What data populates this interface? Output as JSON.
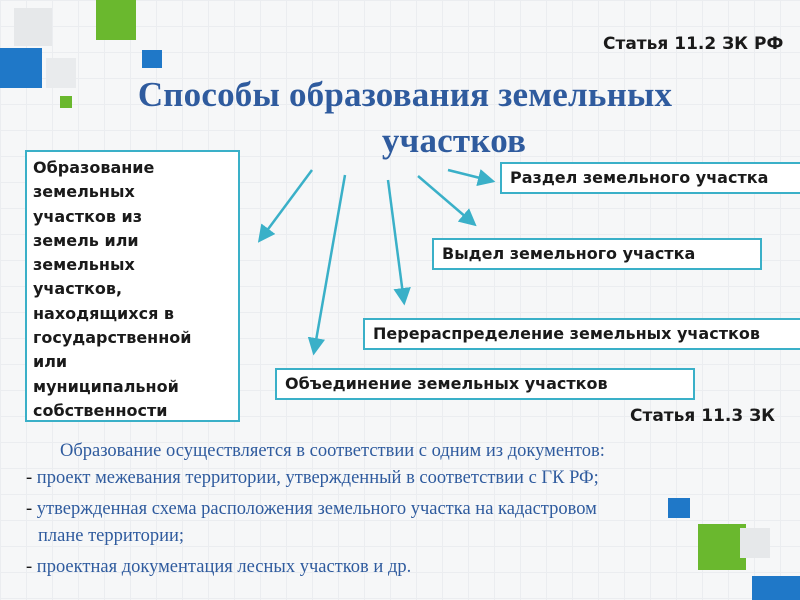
{
  "slide": {
    "article_top": "Статья 11.2 ЗК РФ",
    "article_bottom": "Статья 11.3 ЗК",
    "title_lines": [
      "Способы образования земельных",
      "участков"
    ],
    "left_box_lines": [
      "Образование",
      "земельных",
      "участков из",
      "земель или",
      "земельных",
      "участков,",
      "находящихся в",
      "государственной",
      "или",
      "муниципальной",
      "собственности"
    ],
    "methods": {
      "razdel": "Раздел земельного участка",
      "vydel": "Выдел земельного участка",
      "pereraspredelenie": "Перераспределение земельных участков",
      "obedinenie": "Объединение земельных участков"
    },
    "description": {
      "lead": "Образование осуществляется в соответствии с одним из документов:",
      "dash": "-",
      "items": [
        "проект межевания территории, утвержденный в соответствии с ГК РФ;",
        "утвержденная схема расположения земельного участка на кадастровом",
        "проектная документация лесных участков и др."
      ],
      "item2_continuation": "плане территории;"
    },
    "colors": {
      "title": "#2f5b9e",
      "border": "#3ab0c8",
      "green": "#6ab82e",
      "blue": "#1f78c8"
    }
  }
}
